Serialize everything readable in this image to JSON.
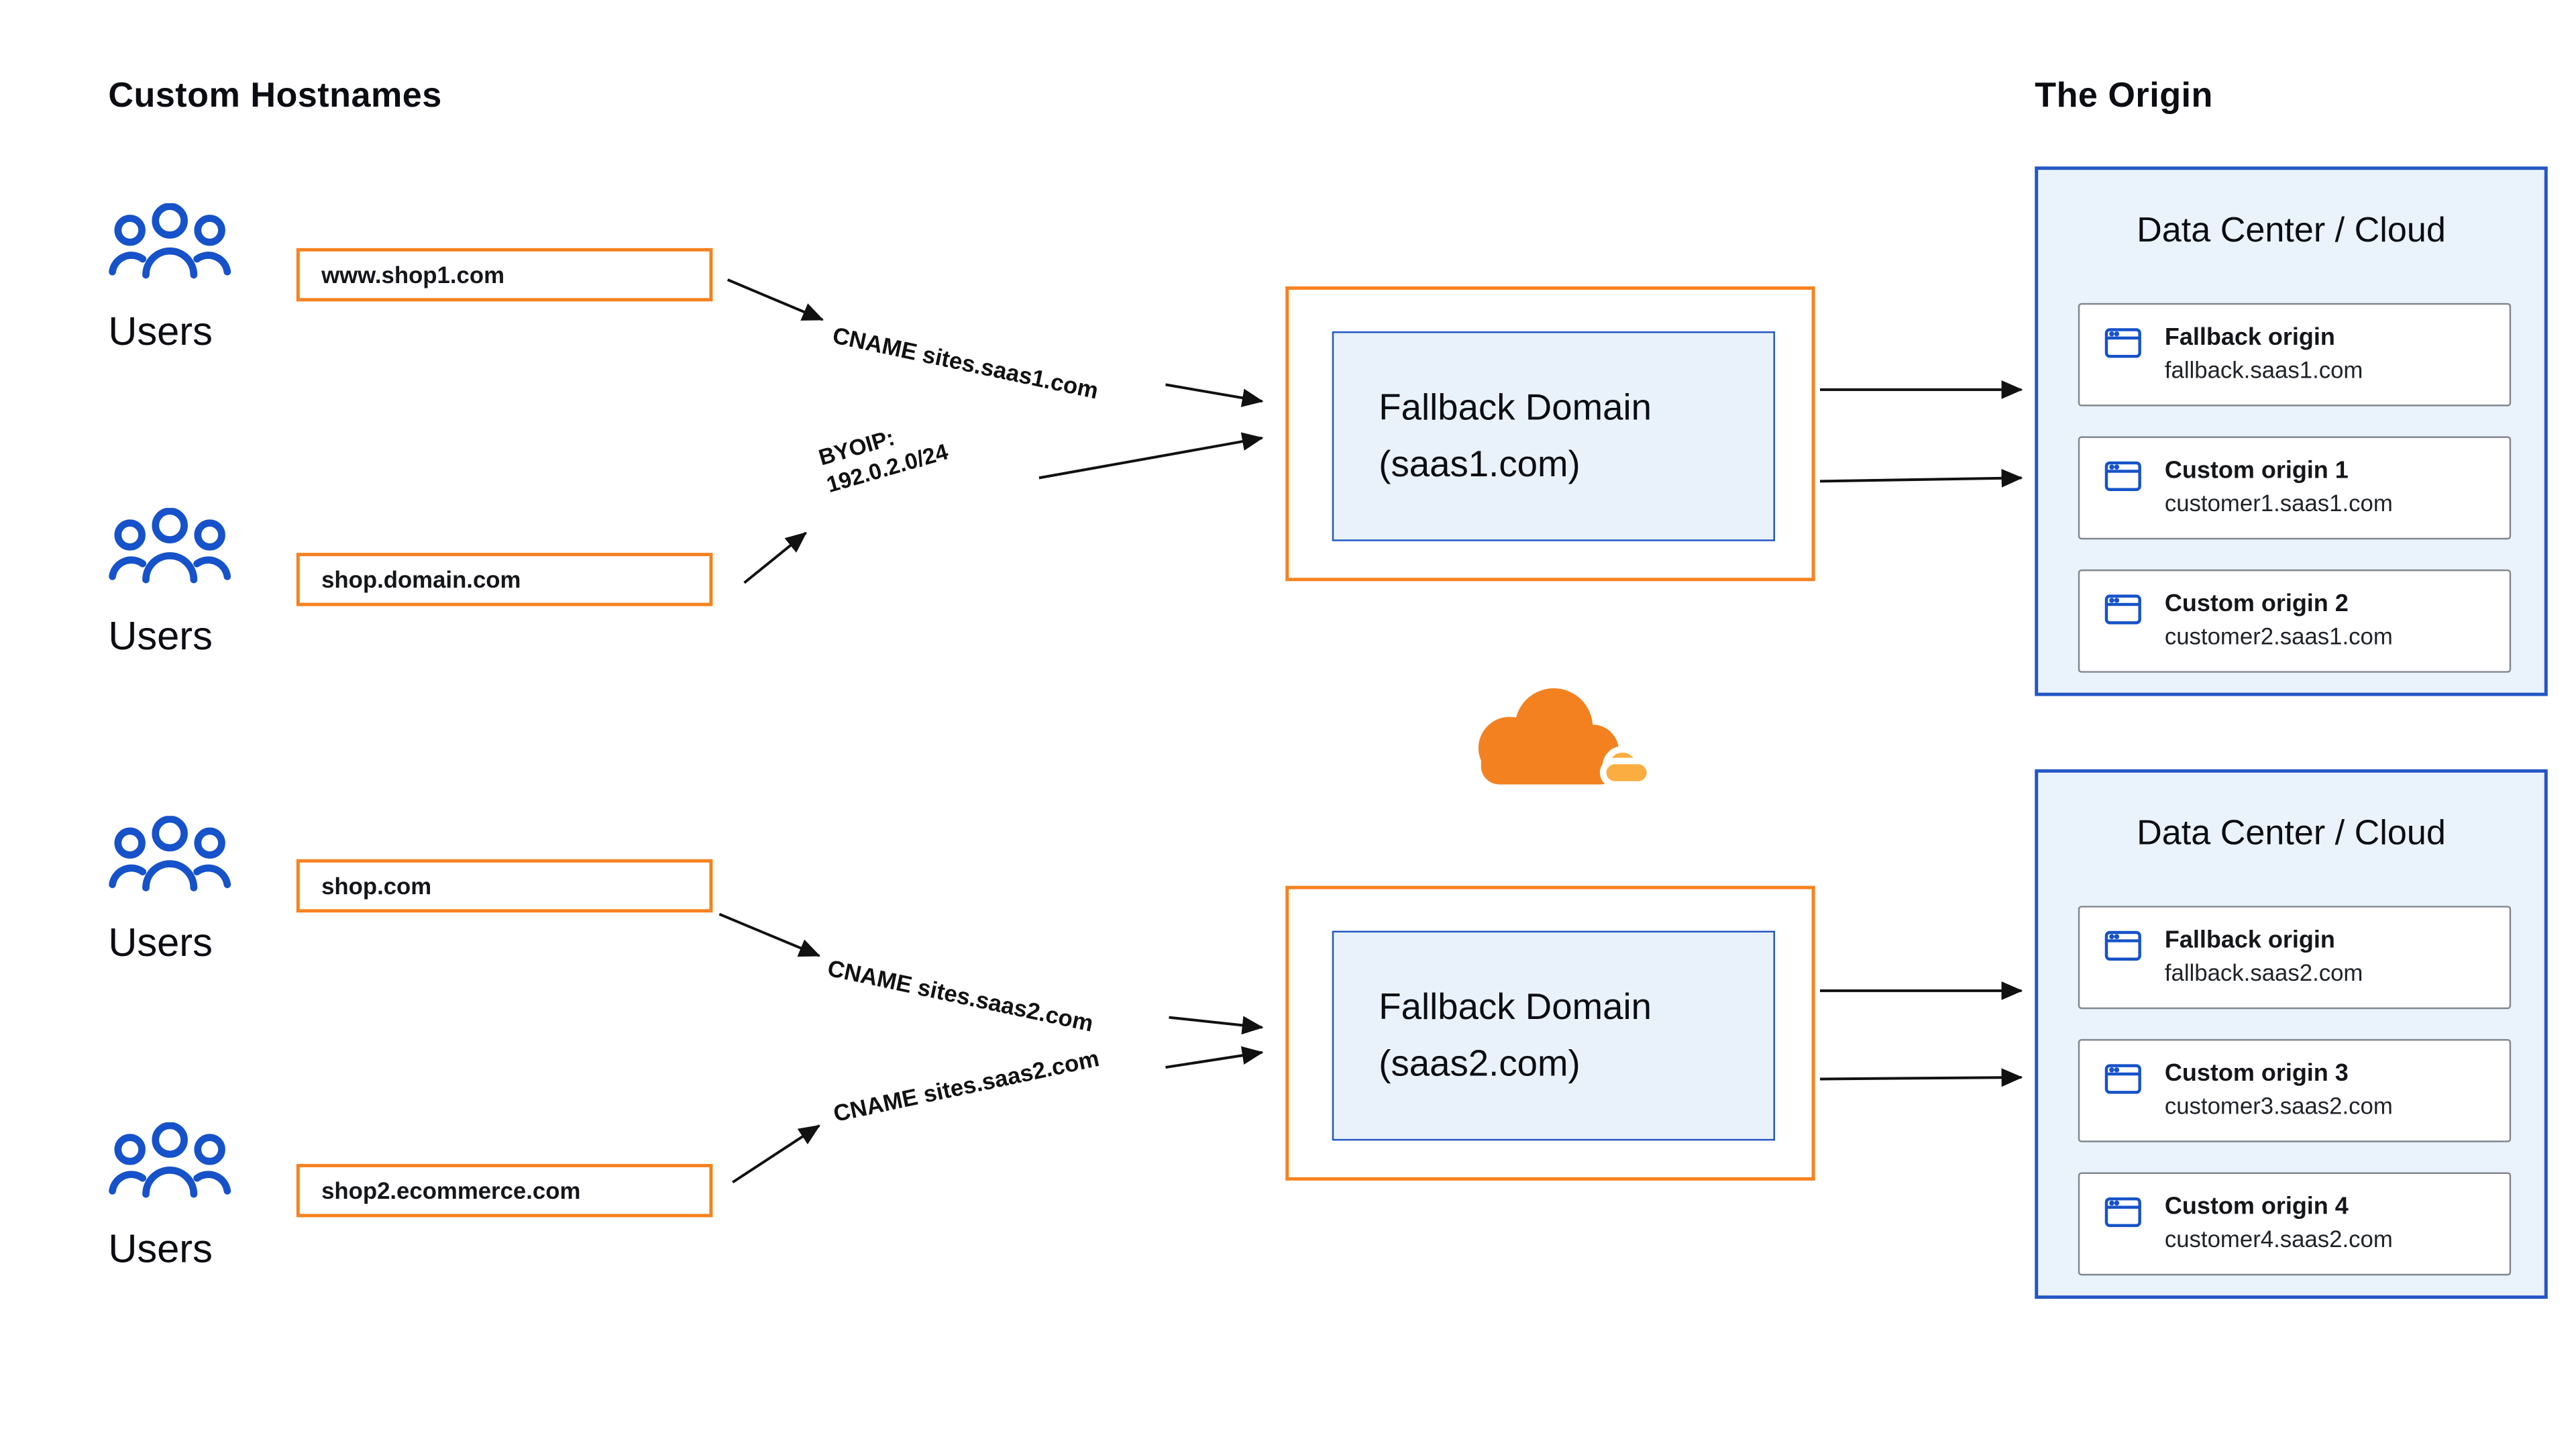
{
  "headings": {
    "left": "Custom Hostnames",
    "right": "The Origin"
  },
  "users_label": "Users",
  "hostnames": [
    "www.shop1.com",
    "shop.domain.com",
    "shop.com",
    "shop2.ecommerce.com"
  ],
  "arrows": {
    "cname_saas1": "CNAME sites.saas1.com",
    "byoip_line1": "BYOIP:",
    "byoip_line2": "192.0.2.0/24",
    "cname_saas2_upper": "CNAME sites.saas2.com",
    "cname_saas2_lower": "CNAME sites.saas2.com"
  },
  "fallbacks": [
    {
      "line1": "Fallback Domain",
      "line2": "(saas1.com)"
    },
    {
      "line1": "Fallback Domain",
      "line2": "(saas2.com)"
    }
  ],
  "datacenters": [
    {
      "title": "Data Center / Cloud",
      "origins": [
        {
          "name": "Fallback origin",
          "host": "fallback.saas1.com"
        },
        {
          "name": "Custom origin 1",
          "host": "customer1.saas1.com"
        },
        {
          "name": "Custom origin 2",
          "host": "customer2.saas1.com"
        }
      ]
    },
    {
      "title": "Data Center / Cloud",
      "origins": [
        {
          "name": "Fallback origin",
          "host": "fallback.saas2.com"
        },
        {
          "name": "Custom origin 3",
          "host": "customer3.saas2.com"
        },
        {
          "name": "Custom origin 4",
          "host": "customer4.saas2.com"
        }
      ]
    }
  ],
  "colors": {
    "orange_border": "#f6821f",
    "blue_border": "#2456c3",
    "light_blue_fill": "#e9f2fb",
    "dc_fill": "#eaf3fc",
    "icon_blue": "#1652c9",
    "cloud_orange": "#f48120",
    "cloud_light_orange": "#fbad41",
    "arrow_black": "#111111"
  }
}
